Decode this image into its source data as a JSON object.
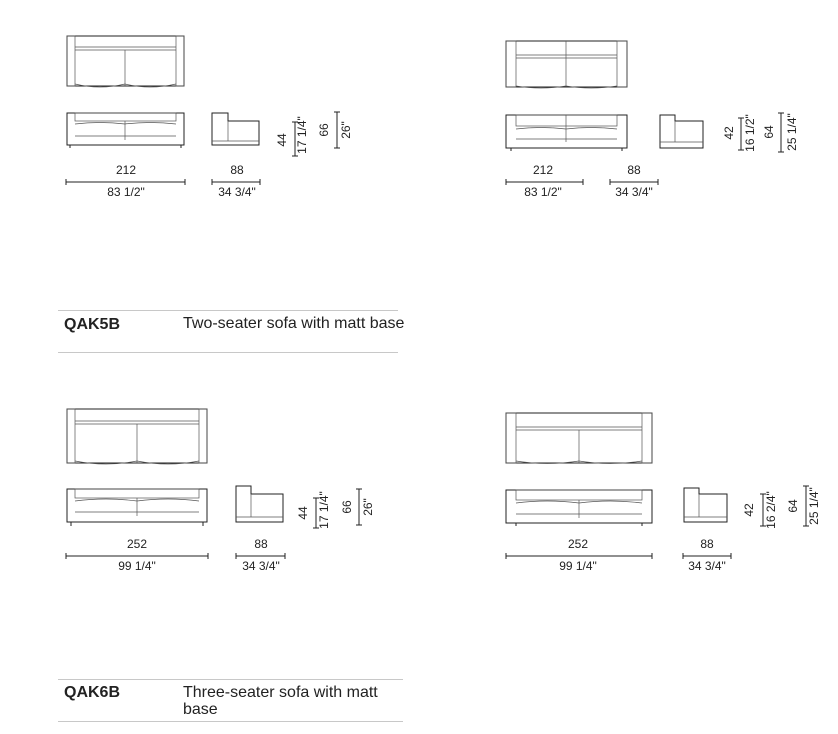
{
  "products": [
    {
      "code": "QAK5B",
      "description": "Two-seater sofa with matt base",
      "variants": [
        {
          "width_cm": "212",
          "width_in": "83 1/2\"",
          "depth_cm": "88",
          "depth_in": "34 3/4\"",
          "seat_cm": "44",
          "seat_in": "17 1/4\"",
          "height_cm": "66",
          "height_in": "26\""
        },
        {
          "width_cm": "212",
          "width_in": "83 1/2\"",
          "depth_cm": "88",
          "depth_in": "34 3/4\"",
          "seat_cm": "42",
          "seat_in": "16 1/2\"",
          "height_cm": "64",
          "height_in": "25 1/4\""
        }
      ]
    },
    {
      "code": "QAK6B",
      "description": "Three-seater sofa with matt base",
      "variants": [
        {
          "width_cm": "252",
          "width_in": "99 1/4\"",
          "depth_cm": "88",
          "depth_in": "34 3/4\"",
          "seat_cm": "44",
          "seat_in": "17 1/4\"",
          "height_cm": "66",
          "height_in": "26\""
        },
        {
          "width_cm": "252",
          "width_in": "99 1/4\"",
          "depth_cm": "88",
          "depth_in": "34 3/4\"",
          "seat_cm": "42",
          "seat_in": "16 2/4\"",
          "height_cm": "64",
          "height_in": "25 1/4\""
        }
      ]
    }
  ]
}
